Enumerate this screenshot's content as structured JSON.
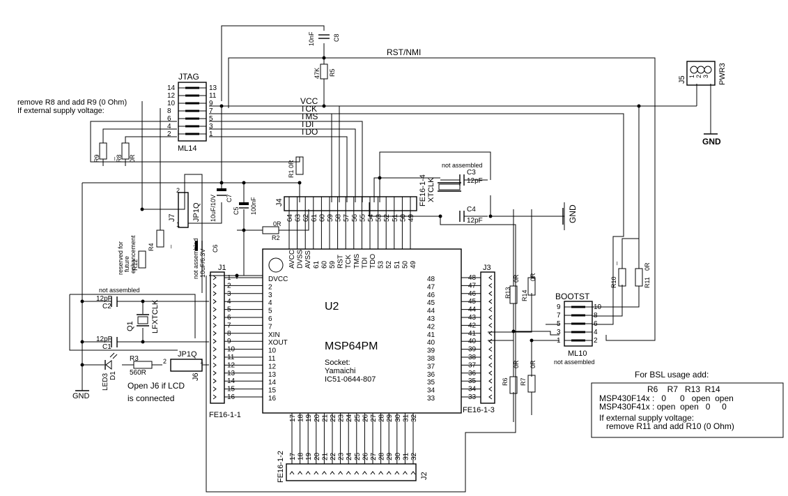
{
  "signals": {
    "rst": "RST/NMI",
    "vcc": "VCC",
    "tck": "TCK",
    "tms": "TMS",
    "tdi": "TDI",
    "tdo": "TDO"
  },
  "jtag": {
    "name": "JTAG",
    "type": "ML14",
    "left": [
      "14",
      "12",
      "10",
      "8",
      "6",
      "4",
      "2"
    ],
    "right": [
      "13",
      "11",
      "9",
      "7",
      "5",
      "3",
      "1"
    ]
  },
  "jtag_note": [
    "remove R8 and add R9 (0 Ohm)",
    "If external supply voltage:"
  ],
  "parts": {
    "c8": "C8",
    "c8v": "10nF",
    "r5": "R5",
    "r5v": "47K",
    "r9": "R9",
    "r9v": "_",
    "r8": "R8",
    "r8v": "0R",
    "r1": "R1 0R",
    "c7": "C7",
    "c7v": "10uF/10V",
    "c5": "C5",
    "c5v": "100nF",
    "r2": "R2",
    "r2v": "0R",
    "c6": "C6",
    "c6v": "10uF/6.3V",
    "c6n": "not assembled",
    "r12": "R12",
    "r12n": [
      "reserved for",
      "future",
      "enhancement"
    ],
    "r4": "R4",
    "r4v": "_",
    "c2": "C2",
    "c2v": "12pF",
    "c1": "C1",
    "c1v": "12pF",
    "q1": "Q1",
    "q1v": "LFXTCLK",
    "q1n": "not assembled",
    "r3": "R3",
    "r3v": "560R",
    "d1": "D1",
    "led3": "LED3",
    "gnd": "GND",
    "c3": "C3",
    "c3v": "12pF",
    "c4": "C4",
    "c4v": "12pF",
    "xtn": "not assembled",
    "r13": "R13",
    "r14": "R14",
    "r6": "R6",
    "r7": "R7",
    "r10": "R10",
    "r10v": "_",
    "r11": "R11",
    "r11v": "0R",
    "rv0": "0R"
  },
  "jumpers": {
    "jp1q": "JP1Q",
    "j7": "J7",
    "j6": "J6",
    "j6note": [
      "Open J6 if LCD",
      "is connected"
    ]
  },
  "connectors": {
    "j1": "J1",
    "j1s": "FE16-1-1",
    "j2": "J2",
    "j2s": "FE16-1-2",
    "j3": "J3",
    "j3s": "FE16-1-3",
    "j4": "J4",
    "j4s": "FE16-1-4",
    "j4sub": "XTCLK",
    "j5": "J5",
    "pwr3": "PWR3",
    "gnd": "GND"
  },
  "pwr_pins": [
    "1",
    "2",
    "3"
  ],
  "j4_pins": [
    "64",
    "63",
    "62",
    "61",
    "60",
    "59",
    "58",
    "57",
    "56",
    "55",
    "54",
    "53",
    "52",
    "51",
    "50",
    "49"
  ],
  "u2": {
    "name": "U2",
    "part": "MSP64PM",
    "socket": [
      "Socket:",
      "Yamaichi",
      "IC51-0644-807"
    ],
    "top": [
      "AVCC",
      "DVSS",
      "AVSS",
      "61",
      "60",
      "59",
      "RST",
      "TCK",
      "TMS",
      "TDI",
      "TDO",
      "53",
      "52",
      "51",
      "50",
      "49"
    ],
    "left": [
      "DVCC",
      "2",
      "3",
      "4",
      "5",
      "6",
      "7",
      "XIN",
      "XOUT",
      "10",
      "11",
      "12",
      "13",
      "14",
      "15",
      "16"
    ],
    "right": [
      "48",
      "47",
      "46",
      "45",
      "44",
      "43",
      "42",
      "41",
      "40",
      "39",
      "38",
      "37",
      "36",
      "35",
      "34",
      "33"
    ],
    "bottom": [
      "17",
      "18",
      "19",
      "20",
      "21",
      "22",
      "23",
      "24",
      "25",
      "26",
      "27",
      "28",
      "29",
      "30",
      "31",
      "32"
    ]
  },
  "j1_pins": [
    "1",
    "2",
    "3",
    "4",
    "5",
    "6",
    "7",
    "8",
    "9",
    "10",
    "11",
    "12",
    "13",
    "14",
    "15",
    "16"
  ],
  "j3_pins": [
    "48",
    "47",
    "46",
    "45",
    "44",
    "43",
    "42",
    "41",
    "40",
    "39",
    "38",
    "37",
    "36",
    "35",
    "34",
    "33"
  ],
  "j2_pins": [
    "17",
    "18",
    "19",
    "20",
    "21",
    "22",
    "23",
    "24",
    "25",
    "26",
    "27",
    "28",
    "29",
    "30",
    "31",
    "32"
  ],
  "bootst": {
    "name": "BOOTST",
    "type": "ML10",
    "note": "not assembled",
    "left": [
      "9",
      "7",
      "5",
      "3",
      "1"
    ],
    "right": [
      "10",
      "8",
      "6",
      "4",
      "2"
    ]
  },
  "bsl": {
    "title": "For BSL usage add:",
    "lines": [
      "R6    R7   R13  R14",
      "MSP430F14x :   0      0   open  open",
      "MSP430F41x : open  open   0     0",
      "If external supply voltage:",
      "   remove R11 and add R10 (0 Ohm)"
    ]
  }
}
